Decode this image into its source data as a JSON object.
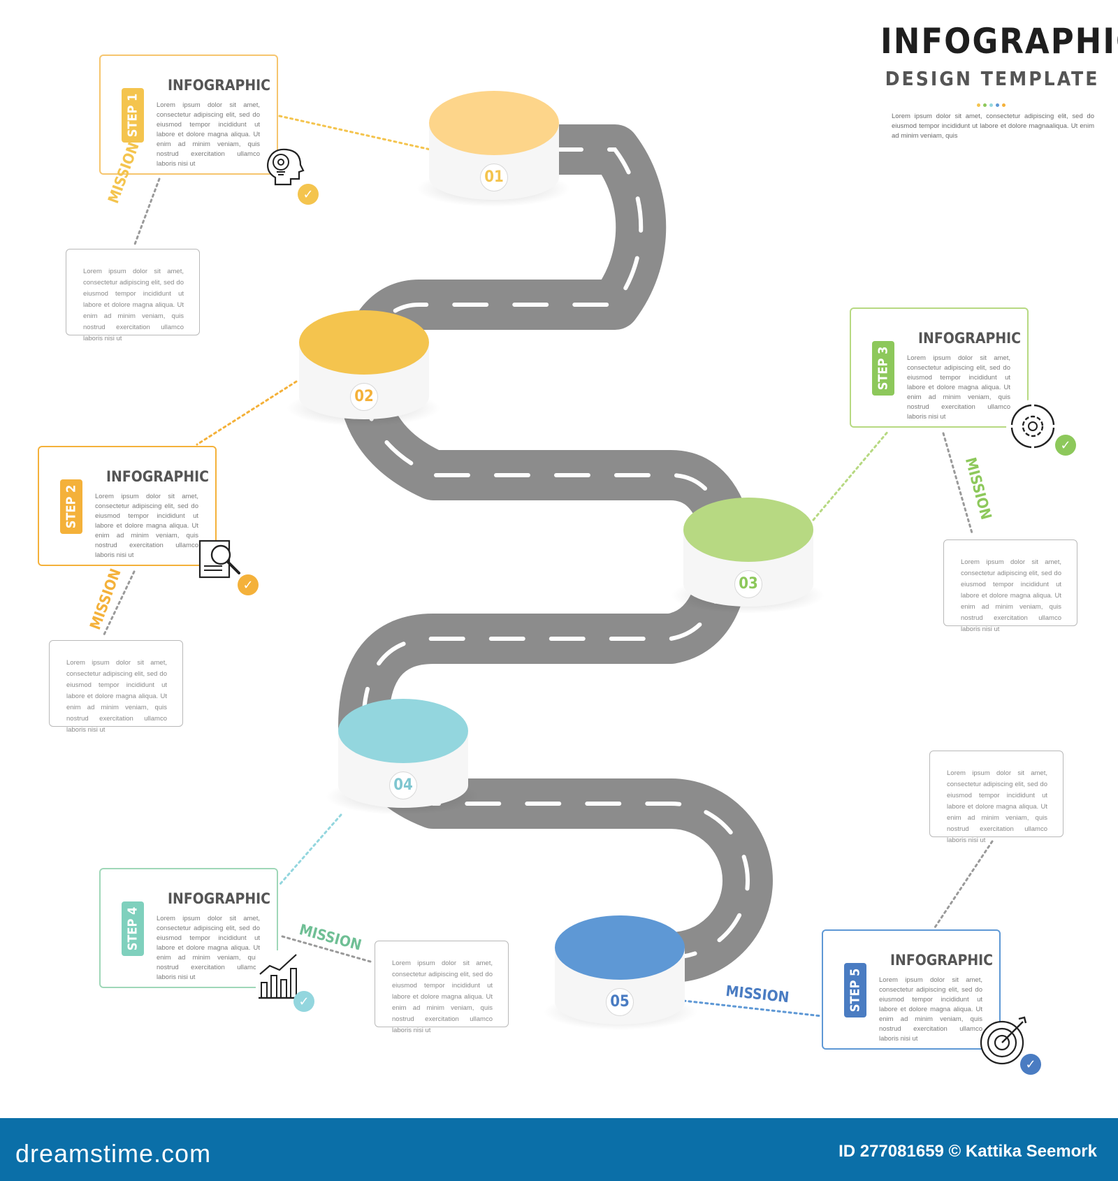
{
  "title": {
    "main": "INFOGRAPHIC",
    "sub": "DESIGN TEMPLATE",
    "description": "Lorem ipsum dolor sit amet, consectetur adipiscing elit, sed do eiusmod tempor incididunt ut labore et dolore magnaaliqua. Ut enim ad minim veniam, quis"
  },
  "colors": {
    "yellow_light": "#fdd58a",
    "yellow": "#f4c44e",
    "orange": "#f4b13a",
    "green": "#8dc85b",
    "green_light": "#b7d982",
    "teal": "#7fd0bd",
    "teal_light": "#93d6de",
    "blue": "#4a7cc2",
    "blue_light": "#5e98d5",
    "road": "#8c8c8c",
    "footer": "#0b6fa8"
  },
  "card_text": "Lorem ipsum dolor sit amet, consectetur adipiscing elit, sed do eiusmod tempor incididunt ut labore et dolore magna aliqua. Ut enim ad minim veniam, quis nostrud exercitation ullamco laboris nisi ut",
  "steps": [
    {
      "tab": "STEP 1",
      "title": "INFOGRAPHIC",
      "node": "01",
      "mission": "MISSION",
      "icon": "lightbulb-head-icon",
      "desc": "Lorem ipsum dolor sit amet, consectetur adipiscing elit, sed do eiusmod tempor incididunt ut labore et dolore magna aliqua. Ut enim ad minim veniam, quis nostrud exercitation ullamco laboris nisi ut"
    },
    {
      "tab": "STEP 2",
      "title": "INFOGRAPHIC",
      "node": "02",
      "mission": "MISSION",
      "icon": "document-search-icon",
      "desc": "Lorem ipsum dolor sit amet, consectetur adipiscing elit, sed do eiusmod tempor incididunt ut labore et dolore magna aliqua. Ut enim ad minim veniam, quis nostrud exercitation ullamco laboris nisi ut"
    },
    {
      "tab": "STEP 3",
      "title": "INFOGRAPHIC",
      "node": "03",
      "mission": "MISSION",
      "icon": "gear-cycle-icon",
      "desc": "Lorem ipsum dolor sit amet, consectetur adipiscing elit, sed do eiusmod tempor incididunt ut labore et dolore magna aliqua. Ut enim ad minim veniam, quis nostrud exercitation ullamco laboris nisi ut"
    },
    {
      "tab": "STEP 4",
      "title": "INFOGRAPHIC",
      "node": "04",
      "mission": "MISSION",
      "icon": "bar-chart-growth-icon",
      "desc": "Lorem ipsum dolor sit amet, consectetur adipiscing elit, sed do eiusmod tempor incididunt ut labore et dolore magna aliqua. Ut enim ad minim veniam, quis nostrud exercitation ullamco laboris nisi ut"
    },
    {
      "tab": "STEP 5",
      "title": "INFOGRAPHIC",
      "node": "05",
      "mission": "MISSION",
      "icon": "target-icon",
      "desc": "Lorem ipsum dolor sit amet, consectetur adipiscing elit, sed do eiusmod tempor incididunt ut labore et dolore magna aliqua. Ut enim ad minim veniam, quis nostrud exercitation ullamco laboris nisi ut"
    }
  ],
  "footer": {
    "logo": "dreamstime.com",
    "id": "ID 277081659 © Kattika Seemork"
  }
}
